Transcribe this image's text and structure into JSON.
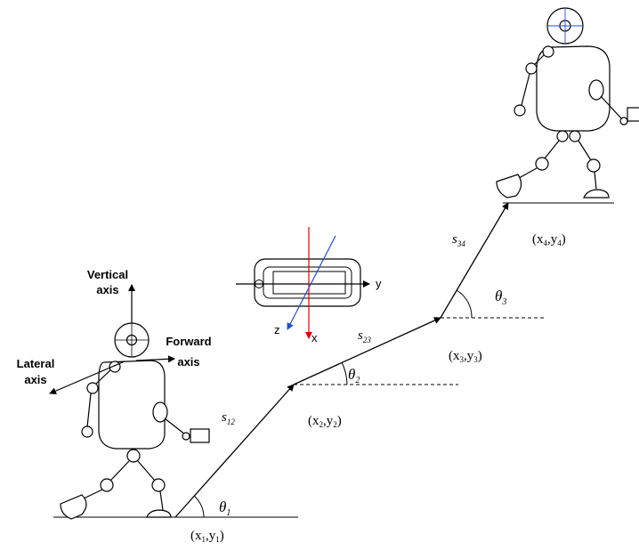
{
  "labels": {
    "vertical_axis": [
      "Vertical",
      "axis"
    ],
    "forward_axis": [
      "Forward",
      "axis"
    ],
    "lateral_axis": [
      "Lateral",
      "axis"
    ],
    "axis_x": "x",
    "axis_y": "y",
    "axis_z": "z"
  },
  "points": {
    "p1": {
      "x": "x",
      "xs": "1",
      "y": "y",
      "ys": "1"
    },
    "p2": {
      "x": "x",
      "xs": "2",
      "y": "y",
      "ys": "2"
    },
    "p3": {
      "x": "x",
      "xs": "3",
      "y": "y",
      "ys": "3"
    },
    "p4": {
      "x": "x",
      "xs": "4",
      "y": "y",
      "ys": "4"
    }
  },
  "segments": {
    "s12": {
      "base": "s",
      "sub": "12"
    },
    "s23": {
      "base": "s",
      "sub": "23"
    },
    "s34": {
      "base": "s",
      "sub": "34"
    }
  },
  "angles": {
    "theta1": {
      "base": "θ",
      "sub": "1"
    },
    "theta2": {
      "base": "θ",
      "sub": "2"
    },
    "theta3": {
      "base": "θ",
      "sub": "3"
    }
  },
  "colors": {
    "ink": "#000000",
    "x_axis": "#e00000",
    "z_axis": "#1f4fd1",
    "head_crosshair": "#1f4fd1"
  }
}
